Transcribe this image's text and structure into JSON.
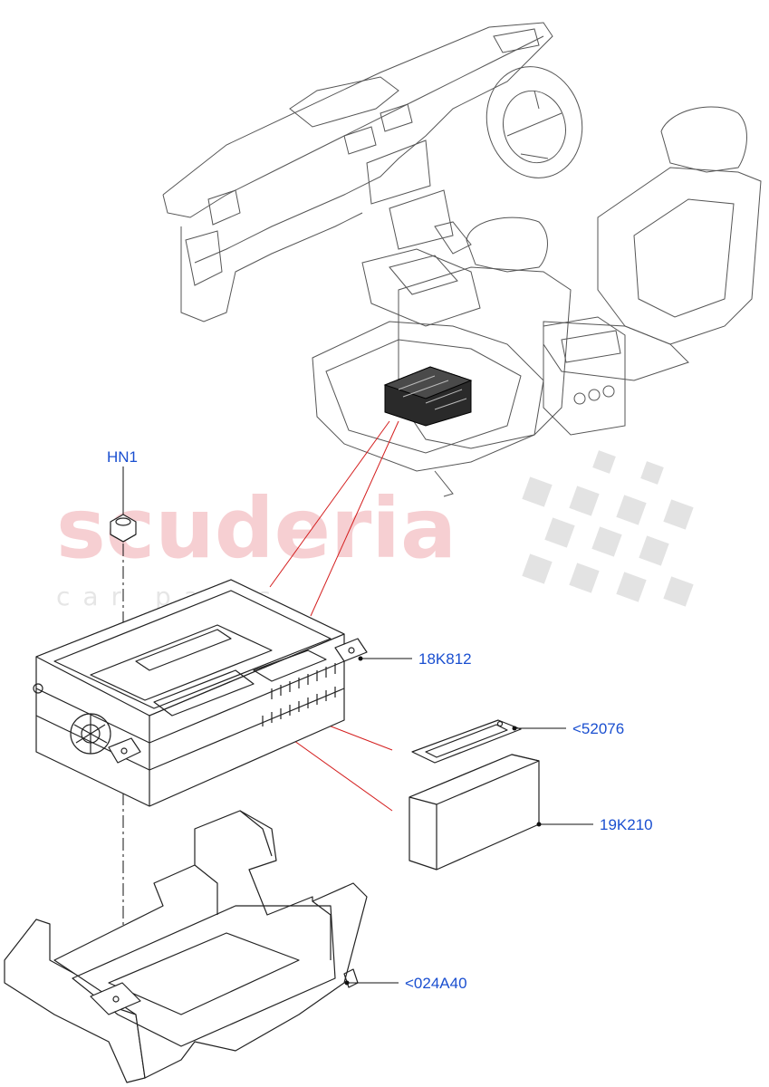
{
  "watermark": {
    "brand": "scuderia",
    "sub": "car parts"
  },
  "callouts": {
    "nut": "HN1",
    "module": "18K812",
    "cover_plate": "<52076",
    "sub_module": "19K210",
    "bracket": "<024A40"
  }
}
